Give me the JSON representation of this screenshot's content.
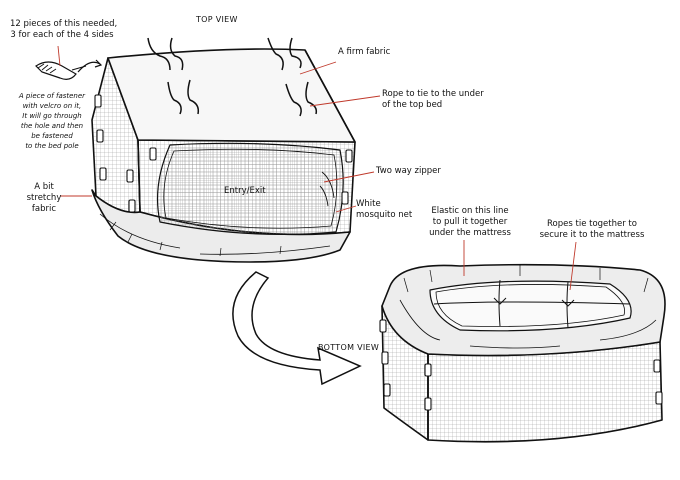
{
  "views": {
    "top": "TOP VIEW",
    "bottom": "BOTTOM VIEW"
  },
  "labels": {
    "pieces_needed": [
      "12 pieces of this needed,",
      "3 for each of the 4 sides"
    ],
    "fastener_note": [
      "A piece of fastener",
      "with velcro on it,",
      "It will go through",
      "the hole and then",
      "be fastened",
      "to the bed pole"
    ],
    "firm_fabric": "A firm fabric",
    "rope_tie": [
      "Rope to tie to the under",
      "of the top bed"
    ],
    "two_way_zipper": "Two way zipper",
    "entry_exit": "Entry/Exit",
    "mosquito_net": [
      "White",
      "mosquito net"
    ],
    "stretchy_fabric": [
      "A bit",
      "stretchy",
      "fabric"
    ],
    "elastic_line": [
      "Elastic on this line",
      "to pull it together",
      "under the mattress"
    ],
    "ropes_tie": [
      "Ropes tie together to",
      "secure it to the mattress"
    ]
  },
  "colors": {
    "ink": "#111111",
    "pointer": "#c0392b",
    "mesh": "#9a9a9a",
    "fabric": "#e6e6e6"
  },
  "icons": [
    "velcro-fastener-icon",
    "rope-loop-icon",
    "arrow-icon"
  ]
}
